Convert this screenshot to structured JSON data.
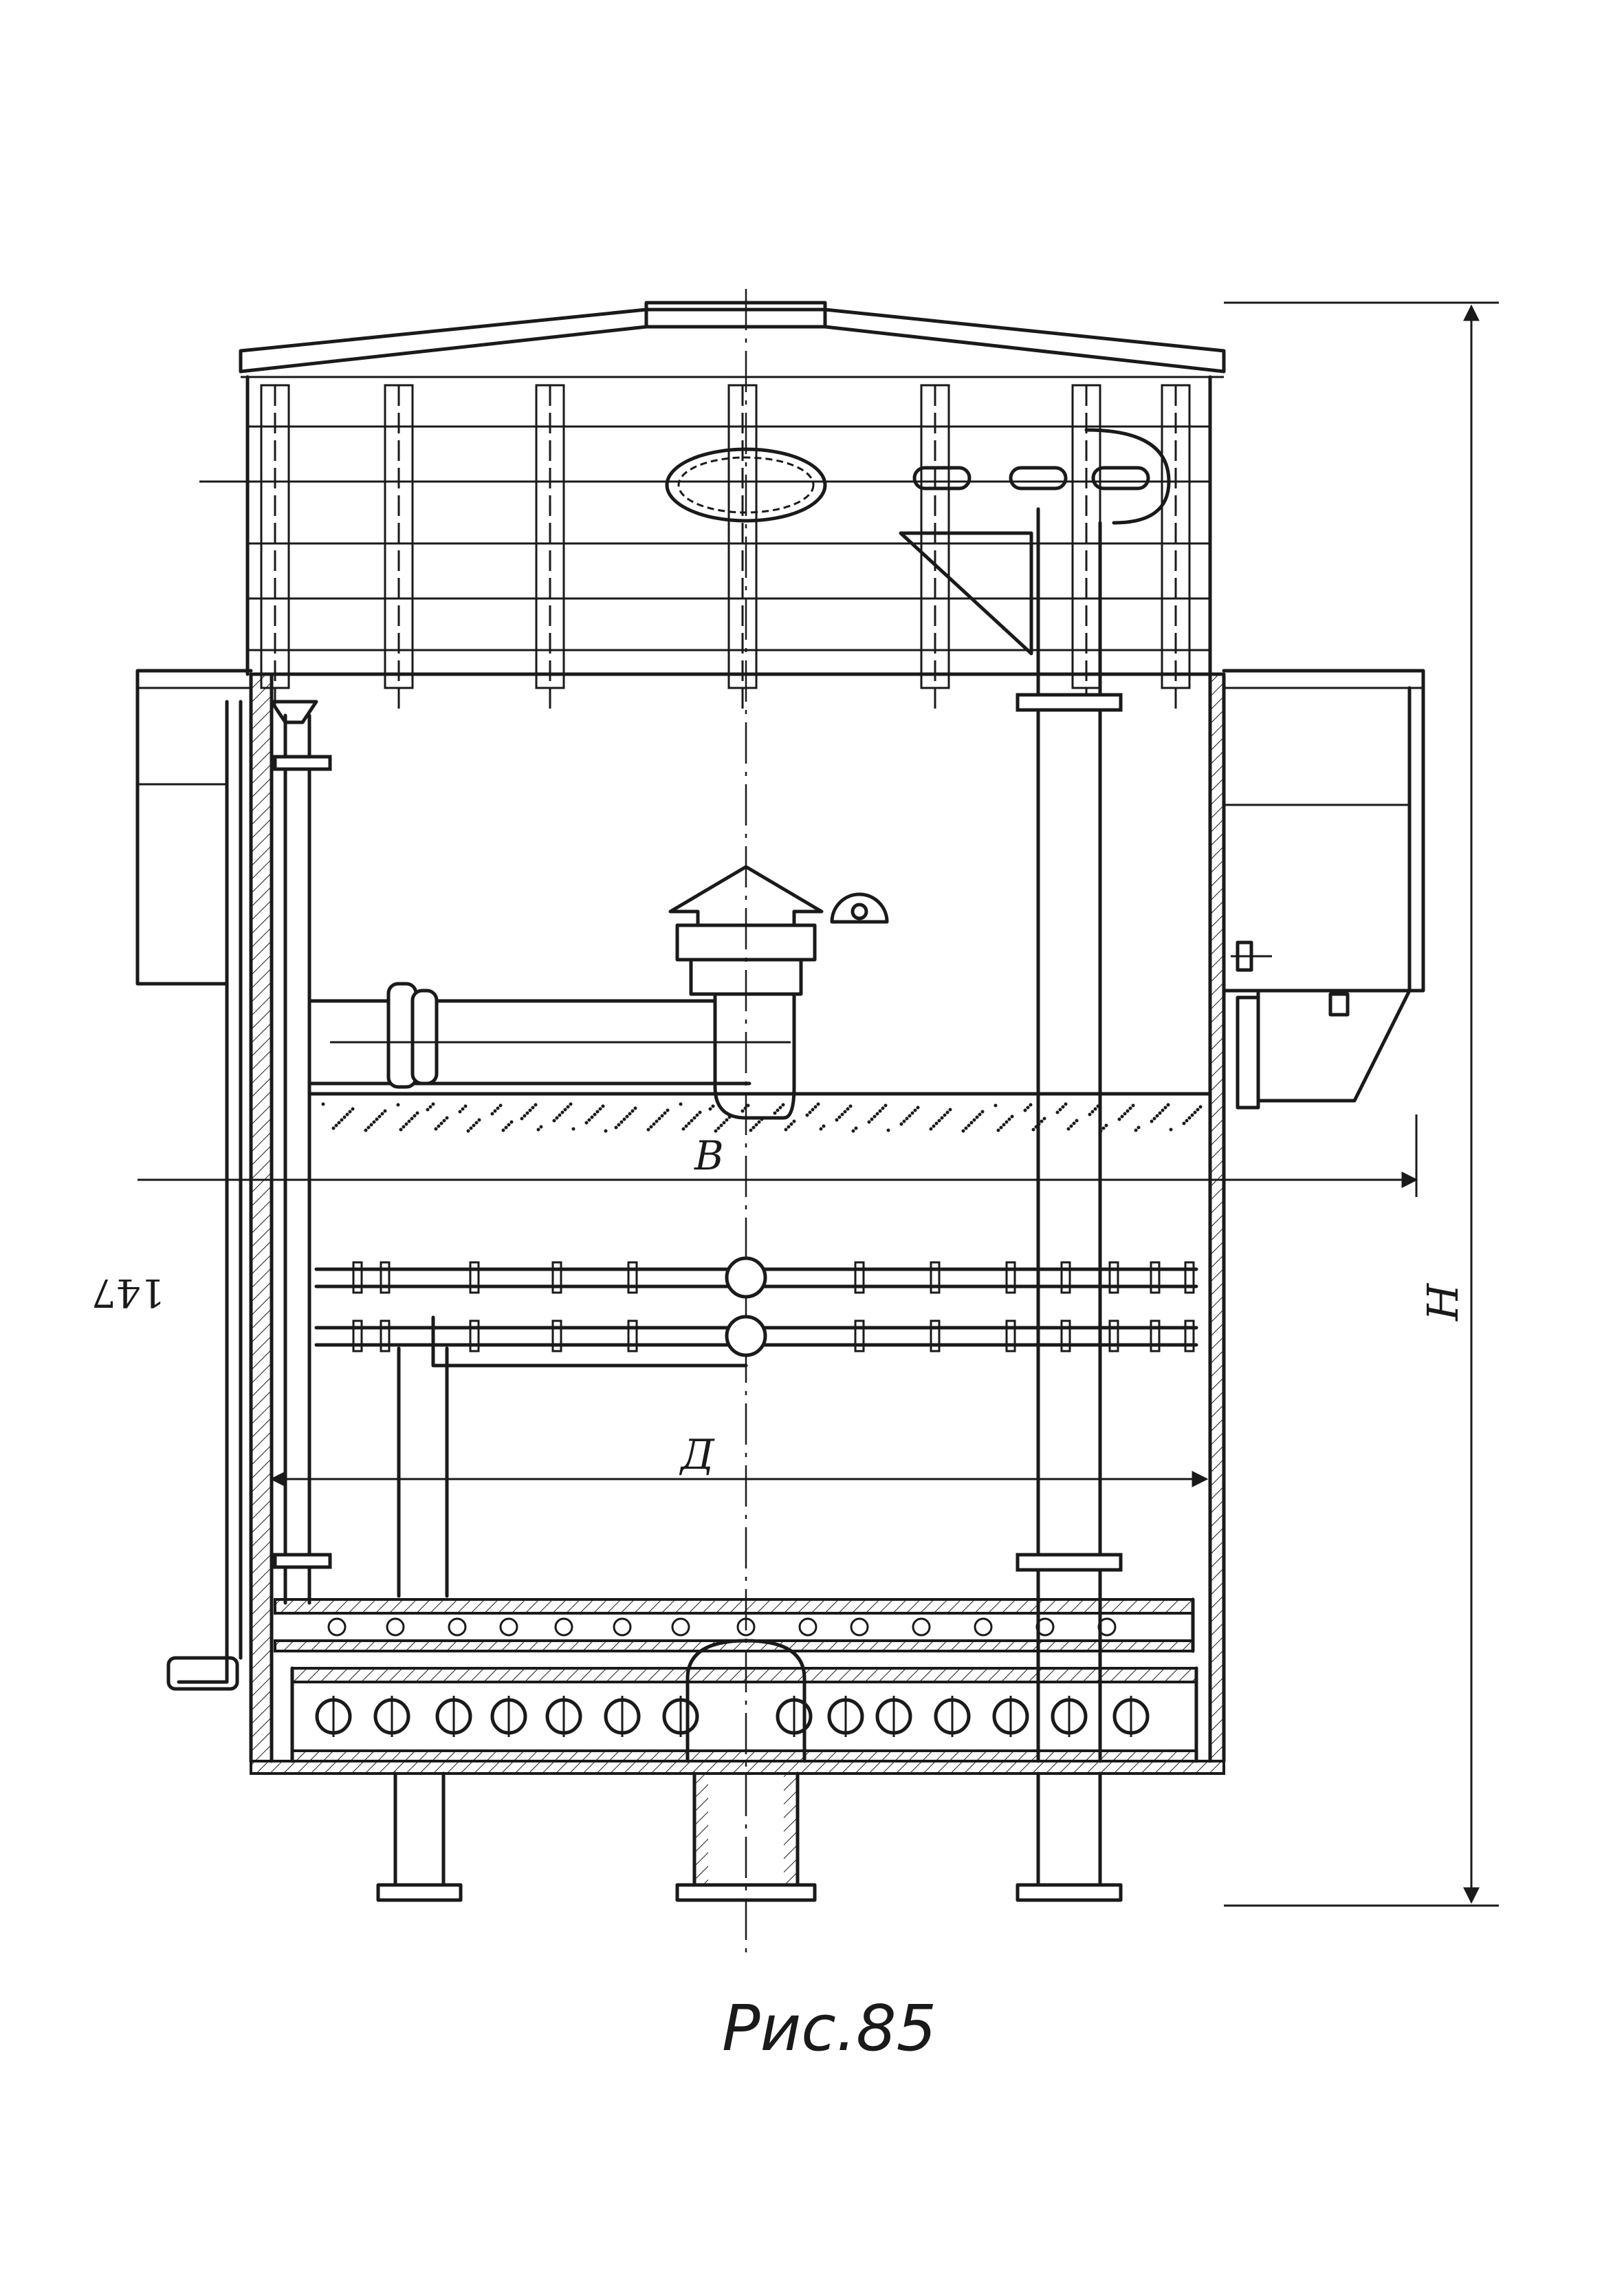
{
  "labels": {
    "dim_b": "В",
    "dim_d": "Д",
    "dim_h": "Н",
    "page_number": "147"
  },
  "caption": "Рис.85",
  "colors": {
    "ink": "#1a1a1a",
    "paper": "#ffffff"
  }
}
